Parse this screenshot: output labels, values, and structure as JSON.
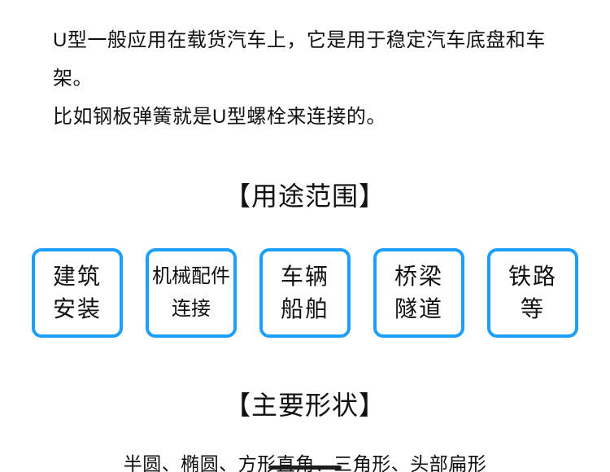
{
  "page": {
    "background": "#ffffff",
    "accent_blue": "#1e9fff",
    "text_color": "#111111"
  },
  "intro": {
    "lines": [
      "U型一般应用在载货汽车上，它是用于稳定汽车底盘和车架。",
      "比如钢板弹簧就是U型螺栓来连接的。"
    ]
  },
  "usage": {
    "heading": "【用途范围】",
    "items": [
      {
        "line1": "建筑",
        "line2": "安装"
      },
      {
        "line1": "机械配件",
        "line2": "连接"
      },
      {
        "line1": "车辆",
        "line2": "船舶"
      },
      {
        "line1": "桥梁",
        "line2": "隧道"
      },
      {
        "line1": "铁路",
        "line2": "等"
      }
    ]
  },
  "shapes": {
    "heading": "【主要形状】",
    "list": "半圆、椭圆、方形直角、三角形、头部扁形"
  }
}
